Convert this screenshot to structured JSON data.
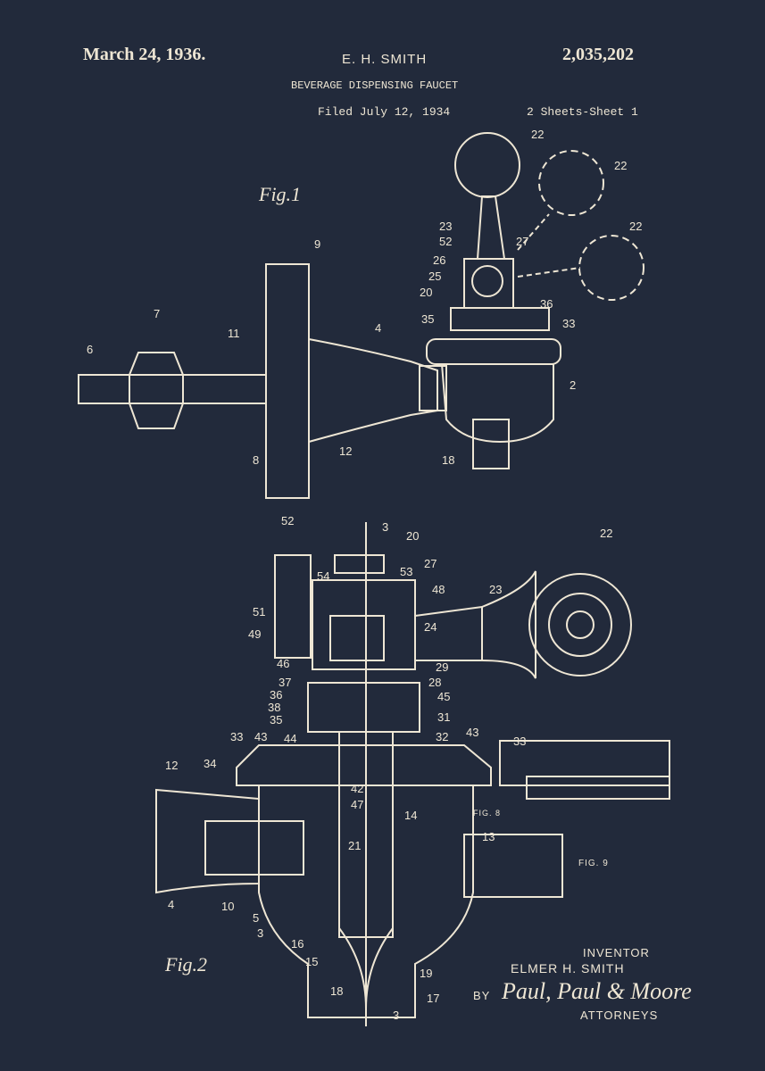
{
  "header": {
    "date": "March 24, 1936.",
    "inventor_short": "E. H. SMITH",
    "patent_number": "2,035,202",
    "title": "BEVERAGE DISPENSING FAUCET",
    "filed": "Filed July 12, 1934",
    "sheets": "2 Sheets-Sheet 1"
  },
  "figures": {
    "fig1": "Fig.1",
    "fig2": "Fig.2",
    "fig8": "FIG. 8",
    "fig9": "FIG. 9"
  },
  "signature": {
    "inventor_label": "INVENTOR",
    "inventor_name": "ELMER H. SMITH",
    "by": "BY",
    "attorneys_signature": "Paul, Paul & Moore",
    "attorneys_label": "ATTORNEYS"
  },
  "colors": {
    "background": "#222a3b",
    "ink": "#eee6d4"
  },
  "fig1_numerals": [
    "22",
    "22",
    "22",
    "23",
    "52",
    "27",
    "26",
    "25",
    "20",
    "35",
    "36",
    "33",
    "9",
    "7",
    "11",
    "4",
    "6",
    "2",
    "8",
    "12",
    "18"
  ],
  "fig2_numerals": [
    "3",
    "52",
    "20",
    "54",
    "53",
    "27",
    "48",
    "23",
    "22",
    "51",
    "24",
    "49",
    "46",
    "29",
    "37",
    "28",
    "36",
    "45",
    "38",
    "35",
    "31",
    "33",
    "43",
    "44",
    "32",
    "43",
    "33",
    "12",
    "34",
    "42",
    "47",
    "14",
    "13",
    "21",
    "4",
    "10",
    "5",
    "3",
    "16",
    "15",
    "19",
    "18",
    "17",
    "3"
  ]
}
